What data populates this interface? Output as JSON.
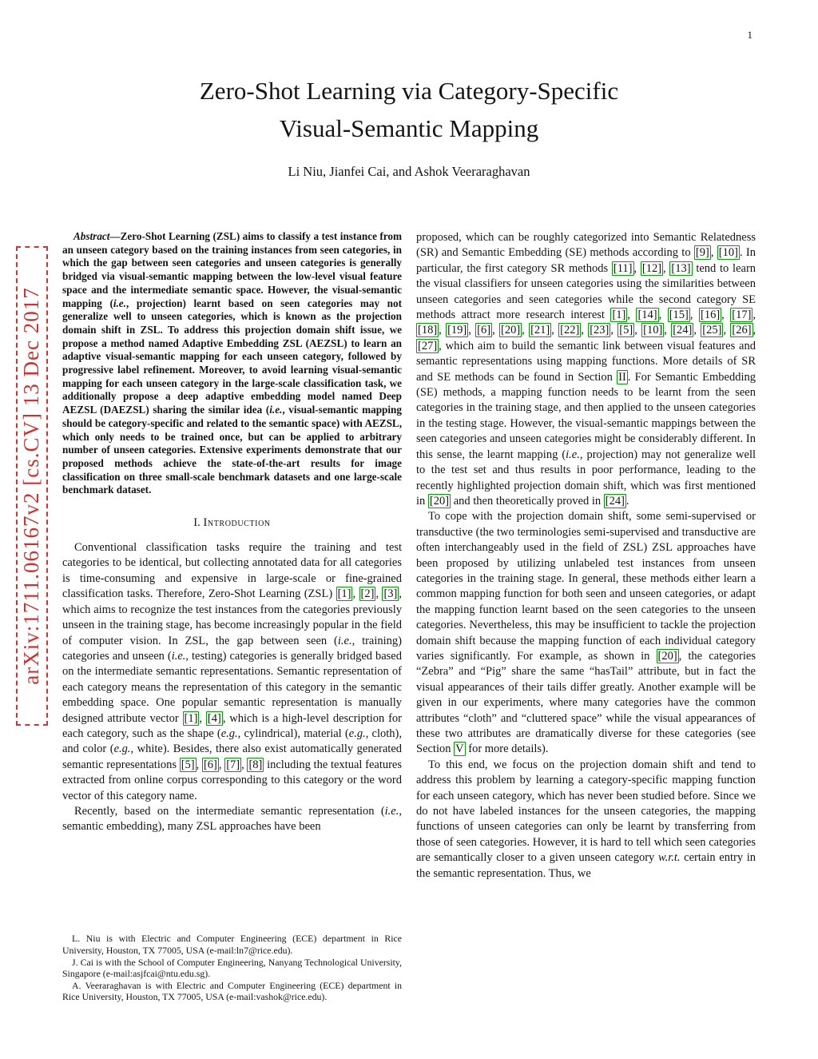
{
  "colors": {
    "citation_green": "#00A000",
    "arxiv_red": "#CC3333"
  },
  "page": {
    "number": "1",
    "arxiv_stamp": "arXiv:1711.06167v2  [cs.CV]  13 Dec 2017"
  },
  "header": {
    "title_line1": "Zero-Shot Learning via Category-Specific",
    "title_line2": "Visual-Semantic Mapping",
    "authors": "Li Niu, Jianfei Cai, and Ashok Veeraraghavan"
  },
  "abstract": {
    "label": "Abstract—",
    "text": "Zero-Shot Learning (ZSL) aims to classify a test instance from an unseen category based on the training instances from seen categories, in which the gap between seen categories and unseen categories is generally bridged via visual-semantic mapping between the low-level visual feature space and the intermediate semantic space. However, the visual-semantic mapping (i.e., projection) learnt based on seen categories may not generalize well to unseen categories, which is known as the projection domain shift in ZSL. To address this projection domain shift issue, we propose a method named Adaptive Embedding ZSL (AEZSL) to learn an adaptive visual-semantic mapping for each unseen category, followed by progressive label refinement. Moreover, to avoid learning visual-semantic mapping for each unseen category in the large-scale classification task, we additionally propose a deep adaptive embedding model named Deep AEZSL (DAEZSL) sharing the similar idea (i.e., visual-semantic mapping should be category-specific and related to the semantic space) with AEZSL, which only needs to be trained once, but can be applied to arbitrary number of unseen categories. Extensive experiments demonstrate that our proposed methods achieve the state-of-the-art results for image classification on three small-scale benchmark datasets and one large-scale benchmark dataset."
  },
  "intro": {
    "heading_number": "I.",
    "heading_title": "Introduction",
    "paragraphs": [
      "Conventional classification tasks require the training and test categories to be identical, but collecting annotated data for all categories is time-consuming and expensive in large-scale or fine-grained classification tasks. Therefore, Zero-Shot Learning (ZSL) [1], [2], [3], which aims to recognize the test instances from the categories previously unseen in the training stage, has become increasingly popular in the field of computer vision. In ZSL, the gap between seen (i.e., training) categories and unseen (i.e., testing) categories is generally bridged based on the intermediate semantic representations. Semantic representation of each category means the representation of this category in the semantic embedding space. One popular semantic representation is manually designed attribute vector [1], [4], which is a high-level description for each category, such as the shape (e.g., cylindrical), material (e.g., cloth), and color (e.g., white). Besides, there also exist automatically generated semantic representations [5], [6], [7], [8] including the textual features extracted from online corpus corresponding to this category or the word vector of this category name.",
      "Recently, based on the intermediate semantic representation (i.e., semantic embedding), many ZSL approaches have been"
    ]
  },
  "footnotes": [
    "L. Niu is with Electric and Computer Engineering (ECE) department in Rice University, Houston, TX 77005, USA (e-mail:ln7@rice.edu).",
    "J. Cai is with the School of Computer Engineering, Nanyang Technological University, Singapore (e-mail:asjfcai@ntu.edu.sg).",
    "A. Veeraraghavan is with Electric and Computer Engineering (ECE) department in Rice University, Houston, TX 77005, USA (e-mail:vashok@rice.edu)."
  ],
  "right_column": {
    "paragraphs": [
      "proposed, which can be roughly categorized into Semantic Relatedness (SR) and Semantic Embedding (SE) methods according to [9], [10]. In particular, the first category SR methods [11], [12], [13] tend to learn the visual classifiers for unseen categories using the similarities between unseen categories and seen categories while the second category SE methods attract more research interest [1], [14], [15], [16], [17], [18], [19], [6], [20], [21], [22], [23], [5], [10], [24], [25], [26], [27], which aim to build the semantic link between visual features and semantic representations using mapping functions. More details of SR and SE methods can be found in Section II. For Semantic Embedding (SE) methods, a mapping function needs to be learnt from the seen categories in the training stage, and then applied to the unseen categories in the testing stage. However, the visual-semantic mappings between the seen categories and unseen categories might be considerably different. In this sense, the learnt mapping (i.e., projection) may not generalize well to the test set and thus results in poor performance, leading to the recently highlighted projection domain shift, which was first mentioned in [20] and then theoretically proved in [24].",
      "To cope with the projection domain shift, some semi-supervised or transductive (the two terminologies semi-supervised and transductive are often interchangeably used in the field of ZSL) ZSL approaches have been proposed by utilizing unlabeled test instances from unseen categories in the training stage. In general, these methods either learn a common mapping function for both seen and unseen categories, or adapt the mapping function learnt based on the seen categories to the unseen categories. Nevertheless, this may be insufficient to tackle the projection domain shift because the mapping function of each individual category varies significantly. For example, as shown in [20], the categories “Zebra” and “Pig” share the same “hasTail” attribute, but in fact the visual appearances of their tails differ greatly. Another example will be given in our experiments, where many categories have the common attributes “cloth” and “cluttered space” while the visual appearances of these two attributes are dramatically diverse for these categories (see Section V for more details).",
      "To this end, we focus on the projection domain shift and tend to address this problem by learning a category-specific mapping function for each unseen category, which has never been studied before. Since we do not have labeled instances for the unseen categories, the mapping functions of unseen categories can only be learnt by transferring from those of seen categories. However, it is hard to tell which seen categories are semantically closer to a given unseen category w.r.t. certain entry in the semantic representation. Thus, we"
    ]
  }
}
